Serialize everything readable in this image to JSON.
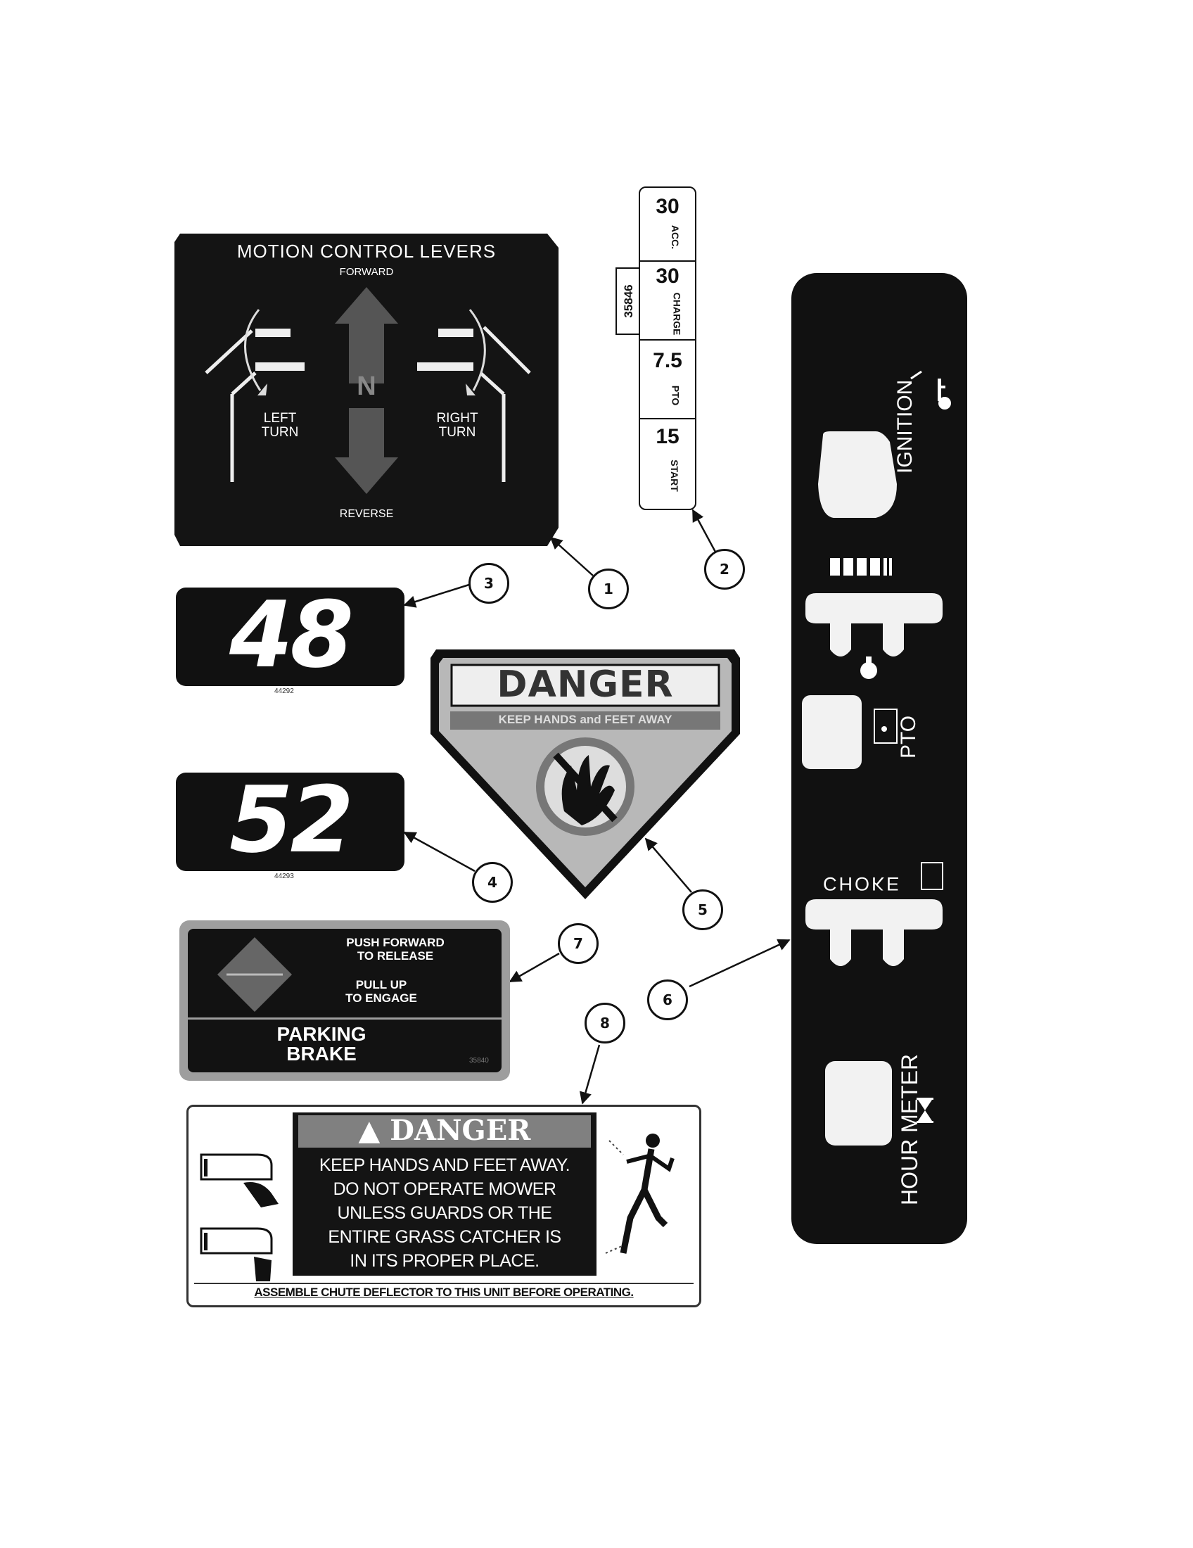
{
  "decal1": {
    "title": "MOTION CONTROL LEVERS",
    "forward": "FORWARD",
    "neutral": "N",
    "left": [
      "LEFT",
      "TURN"
    ],
    "right": [
      "RIGHT",
      "TURN"
    ],
    "reverse": "REVERSE"
  },
  "decal2": {
    "part_number": "35846",
    "fuses": [
      {
        "amps": "30",
        "label": "ACC."
      },
      {
        "amps": "30",
        "label": "CHARGE"
      },
      {
        "amps": "7.5",
        "label": "PTO"
      },
      {
        "amps": "15",
        "label": "START"
      }
    ]
  },
  "decal3": {
    "number": "48",
    "part_number": "44292"
  },
  "decal4": {
    "number": "52",
    "part_number": "44293"
  },
  "decal5": {
    "header": "DANGER",
    "subheader": "KEEP HANDS and FEET AWAY"
  },
  "decal6": {
    "ignition": "IGNITION",
    "pto": "PTO",
    "choke": "CHOKE",
    "hour_meter": "HOUR METER"
  },
  "decal7": {
    "line1": "PUSH FORWARD",
    "line2": "TO RELEASE",
    "line3": "PULL UP",
    "line4": "TO ENGAGE",
    "title1": "PARKING",
    "title2": "BRAKE",
    "part_number": "35840"
  },
  "decal8": {
    "header": "DANGER",
    "body": [
      "KEEP HANDS AND FEET AWAY.",
      "DO NOT OPERATE MOWER",
      "UNLESS  GUARDS OR THE",
      "ENTIRE GRASS CATCHER IS",
      "IN ITS PROPER PLACE."
    ],
    "footer": "ASSEMBLE CHUTE DEFLECTOR TO THIS UNIT BEFORE OPERATING."
  },
  "callouts": [
    "1",
    "2",
    "3",
    "4",
    "5",
    "6",
    "7",
    "8"
  ]
}
